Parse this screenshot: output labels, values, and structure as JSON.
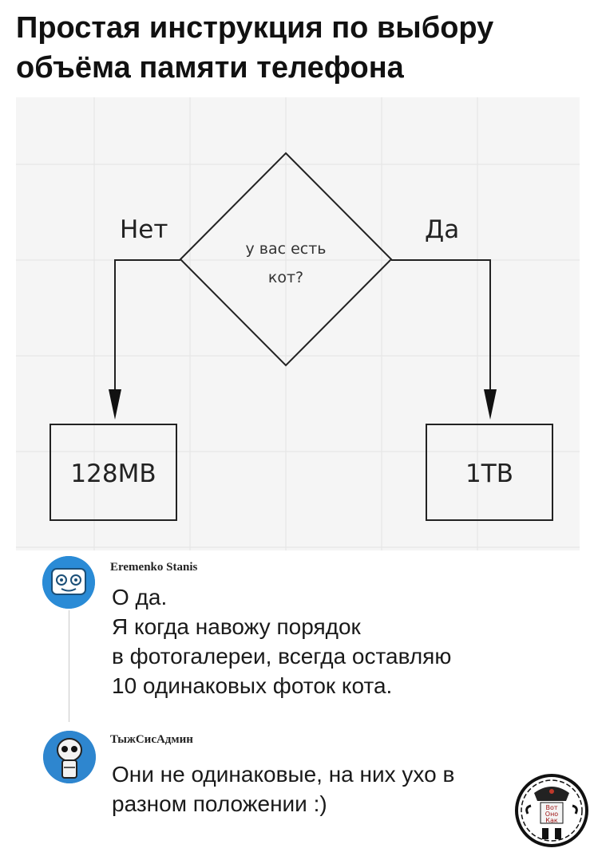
{
  "title": {
    "line1": "Простая инструкция по выбору",
    "line2": "объёма памяти телефона"
  },
  "diagram": {
    "question_line1": "у вас есть",
    "question_line2": "кот?",
    "no_label": "Нет",
    "yes_label": "Да",
    "left_box": "128MB",
    "right_box": "1TB"
  },
  "comments": [
    {
      "author": "Eremenko Stanis",
      "lines": [
        "О да.",
        "Я когда навожу порядок",
        "в фотогалереи, всегда оставляю",
        "10 одинаковых фоток кота."
      ]
    },
    {
      "author": "ТыжСисАдмин",
      "lines": [
        "Они не одинаковые, на них ухо в",
        "разном положении :)"
      ]
    }
  ],
  "watermark": {
    "line1": "Вот",
    "line2": "Оно",
    "line3": "Как"
  }
}
